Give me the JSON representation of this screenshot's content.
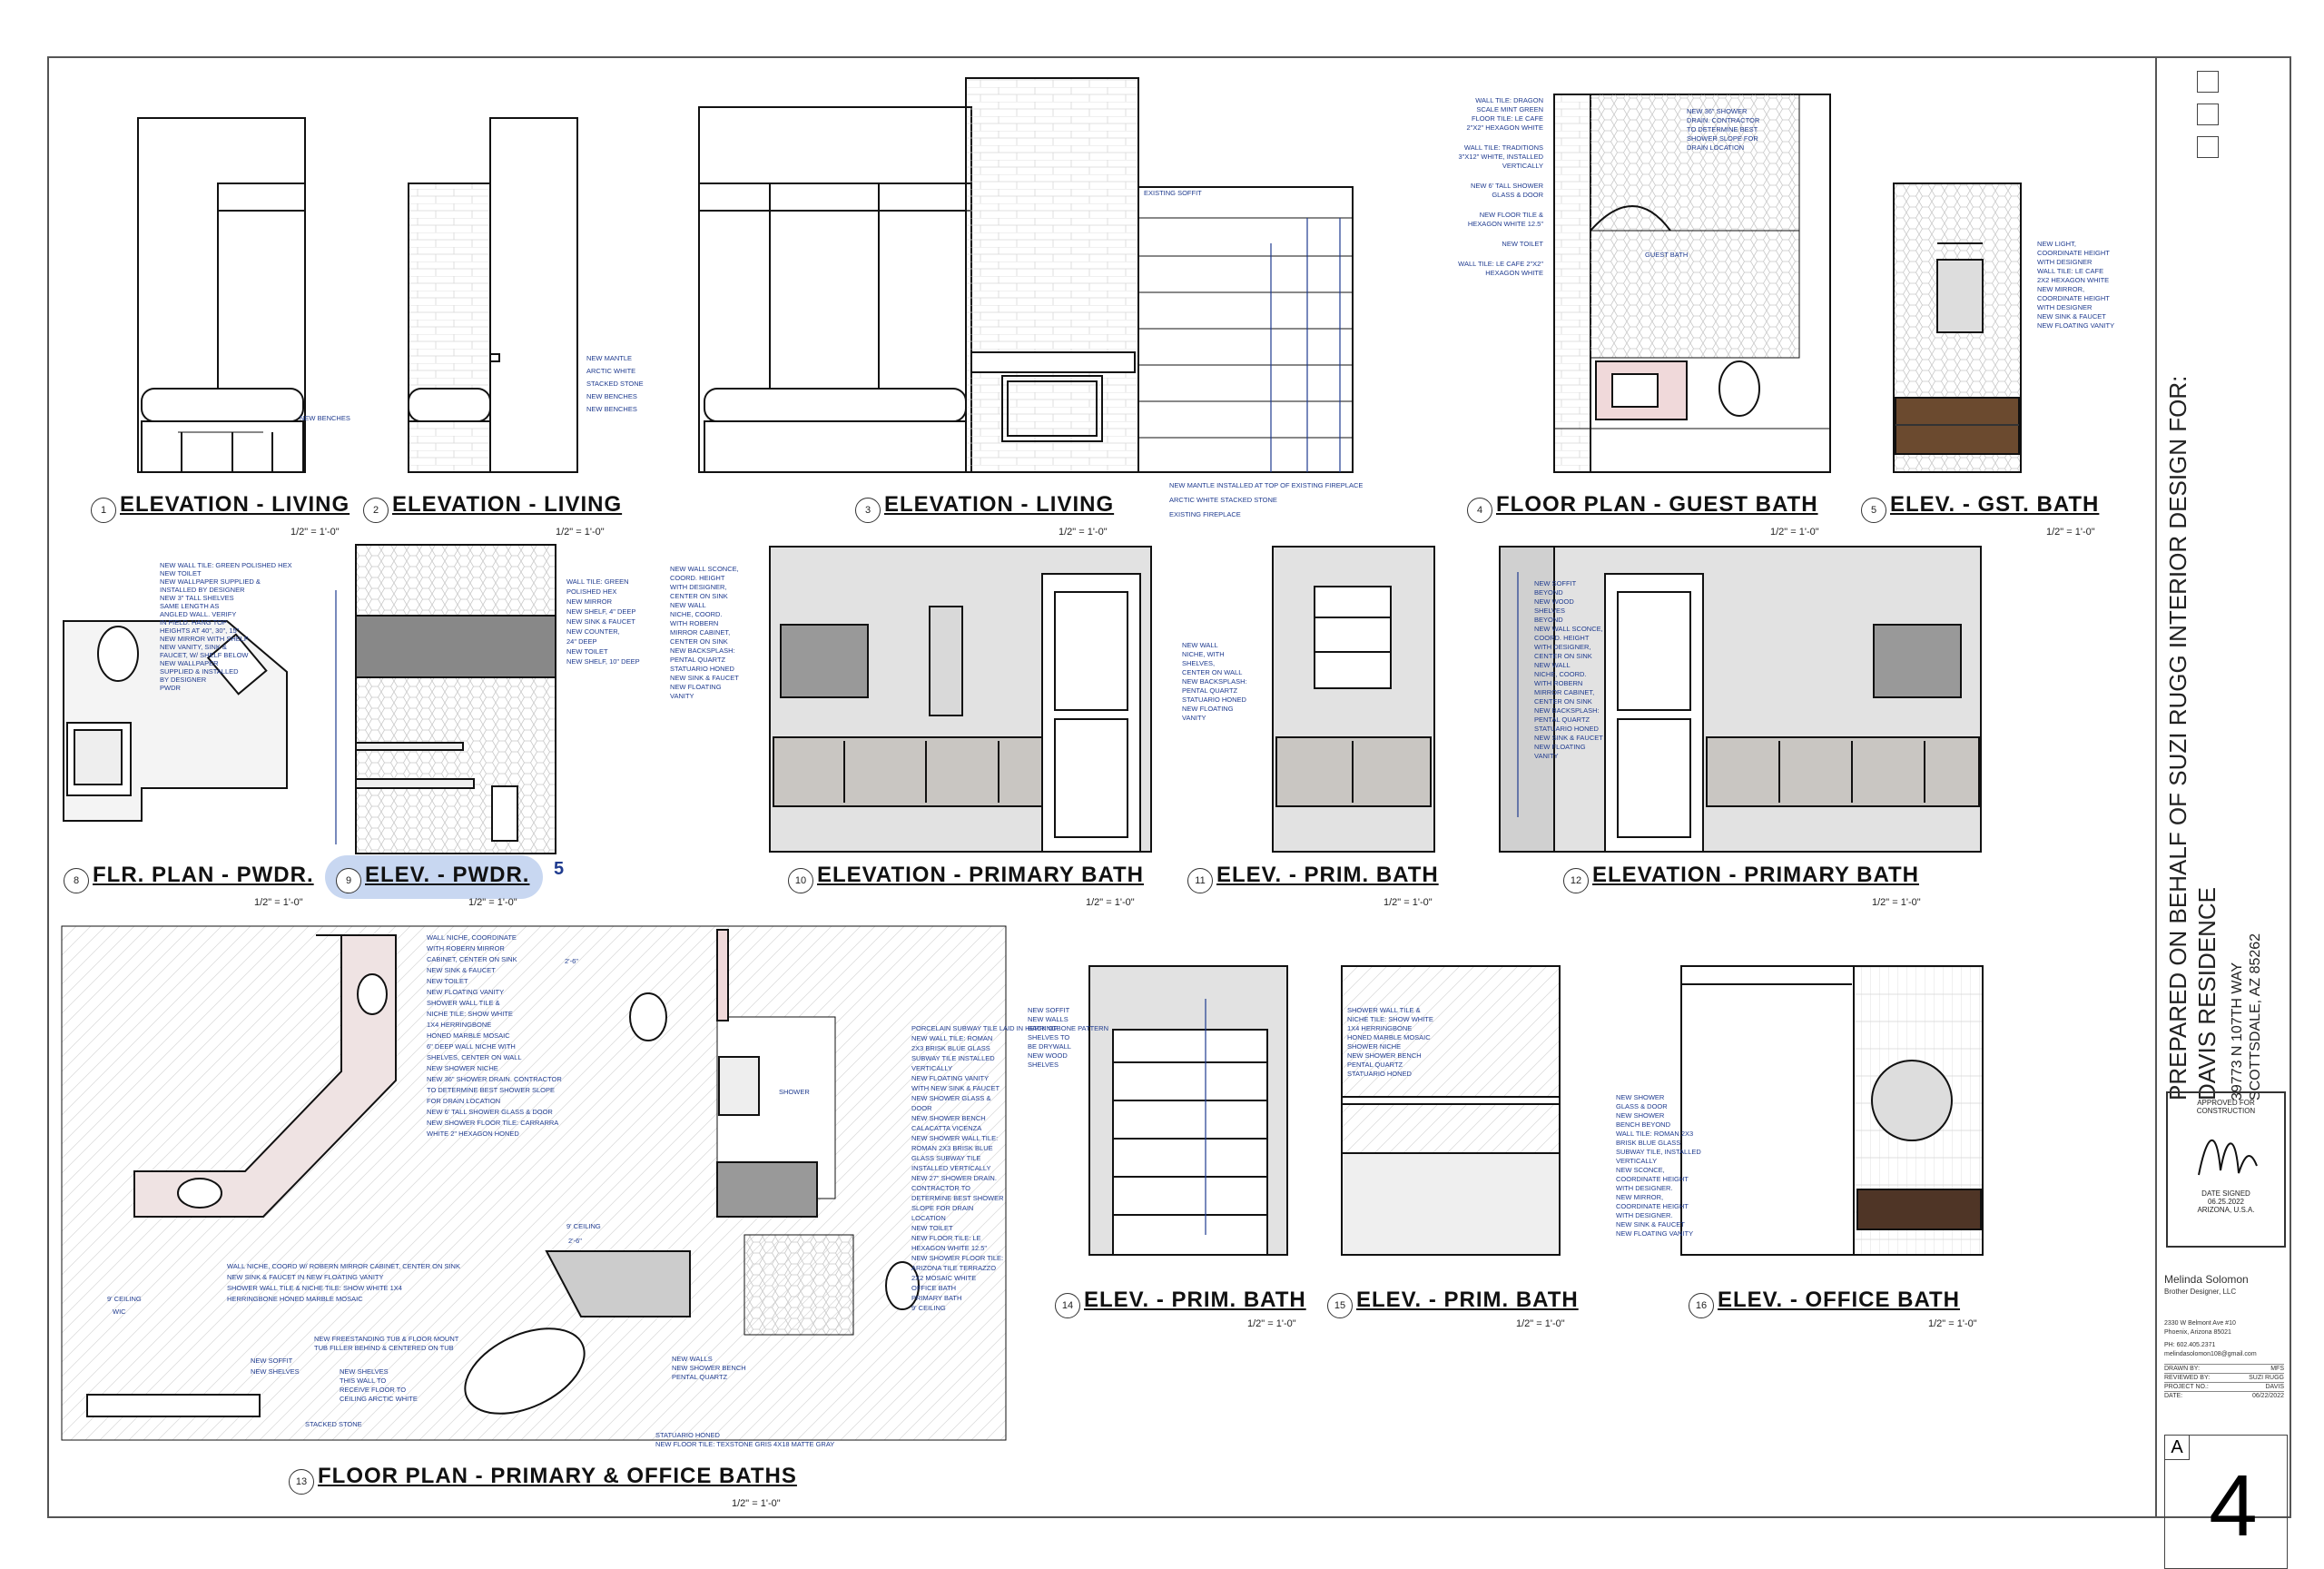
{
  "colors": {
    "line": "#111111",
    "dim": "#1f3b8f",
    "note": "#1f3b8f",
    "grey": "#cfcfcf",
    "wood": "#6b4a2f",
    "tile": "#e6e6e6",
    "cloud": "#9ab6e6",
    "pinkish": "#f0d9da"
  },
  "views": [
    {
      "num": "1",
      "title": "ELEVATION - LIVING",
      "scale": "1/2\" = 1'-0\""
    },
    {
      "num": "2",
      "title": "ELEVATION - LIVING",
      "scale": "1/2\" = 1'-0\""
    },
    {
      "num": "3",
      "title": "ELEVATION - LIVING",
      "scale": "1/2\" = 1'-0\""
    },
    {
      "num": "4",
      "title": "FLOOR PLAN - GUEST BATH",
      "scale": "1/2\" = 1'-0\""
    },
    {
      "num": "5",
      "title": "ELEV. - GST. BATH",
      "scale": "1/2\" = 1'-0\""
    },
    {
      "num": "8",
      "title": "FLR. PLAN - PWDR.",
      "scale": "1/2\" = 1'-0\""
    },
    {
      "num": "9",
      "title": "ELEV. - PWDR.",
      "scale": "1/2\" = 1'-0\"",
      "revision": "5"
    },
    {
      "num": "10",
      "title": "ELEVATION - PRIMARY BATH",
      "scale": "1/2\" = 1'-0\""
    },
    {
      "num": "11",
      "title": "ELEV. - PRIM. BATH",
      "scale": "1/2\" = 1'-0\""
    },
    {
      "num": "12",
      "title": "ELEVATION - PRIMARY BATH",
      "scale": "1/2\" = 1'-0\""
    },
    {
      "num": "13",
      "title": "FLOOR PLAN - PRIMARY & OFFICE BATHS",
      "scale": "1/2\" = 1'-0\""
    },
    {
      "num": "14",
      "title": "ELEV. - PRIM. BATH",
      "scale": "1/2\" = 1'-0\""
    },
    {
      "num": "15",
      "title": "ELEV. - PRIM. BATH",
      "scale": "1/2\" = 1'-0\""
    },
    {
      "num": "16",
      "title": "ELEV. - OFFICE BATH",
      "scale": "1/2\" = 1'-0\""
    }
  ],
  "notes": {
    "v1": [
      "NEW BENCHES"
    ],
    "v2": [
      "NEW MANTLE",
      "ARCTIC WHITE",
      "STACKED STONE",
      "NEW BENCHES",
      "NEW BENCHES"
    ],
    "v3": [
      "EXISTING SOFFIT",
      "NEW MANTLE INSTALLED AT TOP OF EXISTING FIREPLACE",
      "ARCTIC WHITE STACKED STONE",
      "EXISTING FIREPLACE"
    ],
    "v4": [
      "WALL TILE: DRAGON",
      "SCALE MINT GREEN",
      "FLOOR TILE: LE CAFE",
      "2\"X2\" HEXAGON WHITE",
      "WALL TILE: TRADITIONS",
      "3\"X12\" WHITE, INSTALLED",
      "VERTICALLY",
      "NEW 6' TALL SHOWER",
      "GLASS & DOOR",
      "NEW FLOOR TILE &",
      "HEXAGON WHITE 12.5\"",
      "NEW TOILET",
      "WALL TILE: LE CAFE 2\"X2\"",
      "HEXAGON WHITE",
      "NEW 36\" SHOWER",
      "DRAIN. CONTRACTOR",
      "TO DETERMINE BEST",
      "SHOWER SLOPE FOR",
      "DRAIN LOCATION",
      "GUEST BATH"
    ],
    "v5": [
      "NEW LIGHT,",
      "COORDINATE HEIGHT",
      "WITH DESIGNER",
      "WALL TILE: LE CAFE",
      "2X2 HEXAGON WHITE",
      "NEW MIRROR,",
      "COORDINATE HEIGHT",
      "WITH DESIGNER",
      "NEW SINK & FAUCET",
      "NEW FLOATING VANITY"
    ],
    "v8": [
      "NEW WALL TILE: GREEN POLISHED HEX",
      "NEW TOILET",
      "NEW WALLPAPER SUPPLIED &",
      "INSTALLED BY DESIGNER",
      "NEW 3\" TALL SHELVES",
      "SAME LENGTH AS",
      "ANGLED WALL. VERIFY",
      "IN FIELD. HANG TOP",
      "HEIGHTS AT 40\", 30\", 15\"",
      "NEW MIRROR WITH SHELF",
      "NEW VANITY, SINK &",
      "FAUCET, W/ SHELF BELOW",
      "NEW WALLPAPER",
      "SUPPLIED & INSTALLED",
      "BY DESIGNER",
      "PWDR"
    ],
    "v9": [
      "WALL TILE: GREEN",
      "POLISHED HEX",
      "NEW MIRROR",
      "NEW SHELF, 4\" DEEP",
      "NEW SINK & FAUCET",
      "NEW COUNTER,",
      "24\" DEEP",
      "NEW TOILET",
      "NEW SHELF, 10\" DEEP"
    ],
    "v10": [
      "NEW WALL SCONCE,",
      "COORD. HEIGHT",
      "WITH DESIGNER,",
      "CENTER ON SINK",
      "NEW WALL",
      "NICHE, COORD.",
      "WITH ROBERN",
      "MIRROR CABINET,",
      "CENTER ON SINK",
      "NEW BACKSPLASH:",
      "PENTAL QUARTZ",
      "STATUARIO HONED",
      "NEW SINK & FAUCET",
      "NEW FLOATING",
      "VANITY"
    ],
    "v11": [
      "NEW WALL",
      "NICHE, WITH",
      "SHELVES,",
      "CENTER ON WALL",
      "NEW BACKSPLASH:",
      "PENTAL QUARTZ",
      "STATUARIO HONED",
      "NEW FLOATING",
      "VANITY"
    ],
    "v12": [
      "NEW SOFFIT",
      "BEYOND",
      "NEW WOOD",
      "SHELVES",
      "BEYOND",
      "NEW WALL SCONCE,",
      "COORD. HEIGHT",
      "WITH DESIGNER,",
      "CENTER ON SINK",
      "NEW WALL",
      "NICHE, COORD.",
      "WITH ROBERN",
      "MIRROR CABINET,",
      "CENTER ON SINK",
      "NEW BACKSPLASH:",
      "PENTAL QUARTZ",
      "STATUARIO HONED",
      "NEW SINK & FAUCET",
      "NEW FLOATING",
      "VANITY"
    ],
    "v13": [
      "WALL NICHE, COORDINATE",
      "WITH ROBERN MIRROR",
      "CABINET, CENTER ON SINK",
      "NEW SINK & FAUCET",
      "NEW TOILET",
      "NEW FLOATING VANITY",
      "SHOWER WALL TILE &",
      "NICHE TILE: SHOW WHITE",
      "1X4 HERRINGBONE",
      "HONED MARBLE MOSAIC",
      "6\" DEEP WALL NICHE WITH",
      "SHELVES, CENTER ON WALL",
      "NEW SHOWER NICHE",
      "NEW 36\" SHOWER DRAIN. CONTRACTOR",
      "TO DETERMINE BEST SHOWER SLOPE",
      "FOR DRAIN LOCATION",
      "NEW 6' TALL SHOWER GLASS & DOOR",
      "NEW SHOWER FLOOR TILE: CARRARRA",
      "WHITE 2\" HEXAGON HONED",
      "WALL NICHE, COORD W/ ROBERN MIRROR CABINET, CENTER ON SINK",
      "NEW SINK & FAUCET IN NEW FLOATING VANITY",
      "SHOWER WALL TILE & NICHE TILE: SHOW WHITE 1X4",
      "HERRINGBONE HONED MARBLE MOSAIC",
      "NEW FREESTANDING TUB & FLOOR MOUNT",
      "TUB FILLER BEHIND & CENTERED ON TUB",
      "NEW SOFFIT",
      "NEW SHELVES",
      "NEW SHELVES",
      "THIS WALL TO",
      "RECEIVE FLOOR TO",
      "CEILING ARCTIC WHITE",
      "STACKED STONE",
      "NEW WALLS",
      "NEW SHOWER BENCH",
      "PENTAL QUARTZ",
      "STATUARIO HONED",
      "NEW FLOOR TILE: TEXSTONE GRIS 4X18 MATTE GRAY",
      "PORCELAIN SUBWAY TILE LAID IN HERRINGBONE PATTERN",
      "NEW WALL TILE: ROMAN",
      "2X3 BRISK BLUE GLASS",
      "SUBWAY TILE INSTALLED",
      "VERTICALLY",
      "NEW FLOATING VANITY",
      "WITH NEW SINK & FAUCET",
      "NEW SHOWER GLASS &",
      "DOOR",
      "NEW SHOWER BENCH",
      "CALACATTA VICENZA",
      "NEW SHOWER WALL TILE:",
      "ROMAN 2X3 BRISK BLUE",
      "GLASS SUBWAY TILE",
      "INSTALLED VERTICALLY",
      "NEW 27\" SHOWER DRAIN.",
      "CONTRACTOR TO",
      "DETERMINE BEST SHOWER",
      "SLOPE FOR DRAIN",
      "LOCATION",
      "NEW TOILET",
      "NEW FLOOR TILE: LE",
      "HEXAGON WHITE 12.5\"",
      "NEW SHOWER FLOOR TILE:",
      "ARIZONA TILE TERRAZZO",
      "2X2 MOSAIC WHITE",
      "OFFICE BATH",
      "PRIMARY BATH",
      "9' CEILING",
      "SHOWER",
      "9' CEILING",
      "WIC",
      "9' CEILING",
      "2'-6\"",
      "2'-6\""
    ],
    "v14": [
      "NEW SOFFIT",
      "NEW WALLS",
      "BACK OF",
      "SHELVES TO",
      "BE DRYWALL",
      "NEW WOOD",
      "SHELVES"
    ],
    "v15": [
      "SHOWER WALL TILE &",
      "NICHE TILE: SHOW WHITE",
      "1X4 HERRINGBONE",
      "HONED MARBLE MOSAIC",
      "SHOWER NICHE",
      "NEW SHOWER BENCH",
      "PENTAL QUARTZ",
      "STATUARIO HONED"
    ],
    "v16": [
      "NEW SHOWER",
      "GLASS & DOOR",
      "NEW SHOWER",
      "BENCH BEYOND",
      "WALL TILE: ROMAN 2X3",
      "BRISK BLUE GLASS",
      "SUBWAY TILE, INSTALLED",
      "VERTICALLY",
      "NEW SCONCE,",
      "COORDINATE HEIGHT",
      "WITH DESIGNER.",
      "NEW MIRROR,",
      "COORDINATE HEIGHT",
      "WITH DESIGNER.",
      "NEW SINK & FAUCET",
      "NEW FLOATING VANITY"
    ]
  },
  "titleblock": {
    "prepared": "PREPARED ON BEHALF OF SUZI RUGG INTERIOR DESIGN FOR:",
    "client": "DAVIS RESIDENCE",
    "address1": "39773 N 107TH WAY",
    "address2": "SCOTTSDALE, AZ 85262",
    "stamp": [
      "APPROVED FOR",
      "CONSTRUCTION",
      "DATE SIGNED",
      "06.25.2022",
      "ARIZONA, U.S.A."
    ],
    "designer": "Melinda Solomon",
    "firm": "Brother Designer, LLC",
    "addr": "2330 W Belmont Ave #10",
    "city": "Phoenix, Arizona 85021",
    "phone": "PH: 602.405.2371",
    "email": "melindasolomon108@gmail.com",
    "rows": [
      [
        "DRAWN BY:",
        "MFS"
      ],
      [
        "REVIEWED BY:",
        "SUZI RUGG"
      ],
      [
        "PROJECT NO.:",
        "DAVIS"
      ],
      [
        "DATE:",
        "06/22/2022"
      ]
    ],
    "sheet_prefix": "A",
    "sheet_num": "4"
  }
}
